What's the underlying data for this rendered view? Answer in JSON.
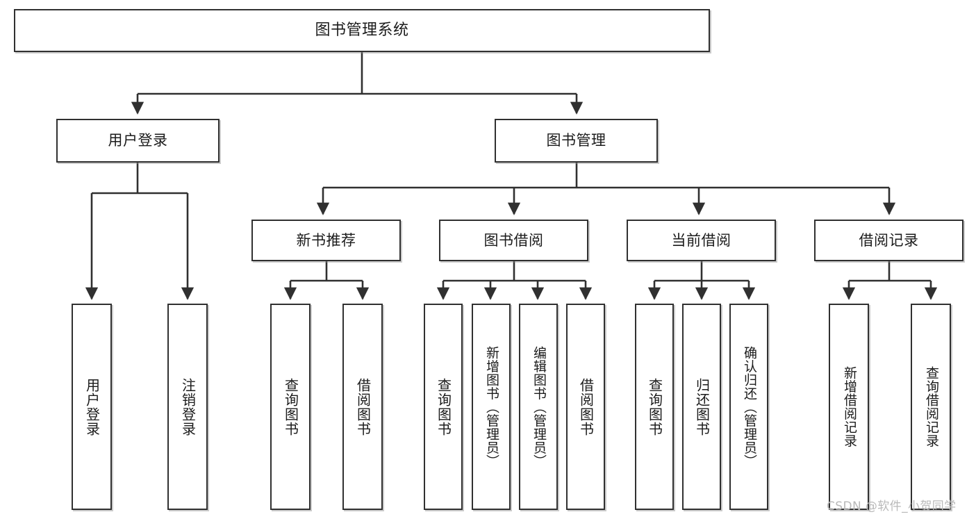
{
  "diagram": {
    "title": "图书管理系统",
    "type": "hierarchy-tree",
    "colors": {
      "box_border": "#303030",
      "box_fill": "#ffffff",
      "edge": "#303030",
      "text": "#1b1b1b",
      "watermark": "#b9b9b9"
    },
    "levels": [
      {
        "level": 1,
        "nodes": [
          {
            "id": "root",
            "label": "图书管理系统",
            "orientation": "horizontal"
          }
        ]
      },
      {
        "level": 2,
        "nodes": [
          {
            "id": "user-login",
            "label": "用户登录",
            "orientation": "horizontal",
            "parent": "root"
          },
          {
            "id": "book-manage",
            "label": "图书管理",
            "orientation": "horizontal",
            "parent": "root"
          }
        ]
      },
      {
        "level": 3,
        "nodes": [
          {
            "id": "new-book-rec",
            "label": "新书推荐",
            "orientation": "horizontal",
            "parent": "book-manage"
          },
          {
            "id": "book-borrow",
            "label": "图书借阅",
            "orientation": "horizontal",
            "parent": "book-manage"
          },
          {
            "id": "current-borrow",
            "label": "当前借阅",
            "orientation": "horizontal",
            "parent": "book-manage"
          },
          {
            "id": "borrow-record",
            "label": "借阅记录",
            "orientation": "horizontal",
            "parent": "book-manage"
          }
        ]
      },
      {
        "level": 4,
        "nodes": [
          {
            "id": "leaf-user-login",
            "label": "用户登录",
            "orientation": "vertical",
            "parent": "user-login"
          },
          {
            "id": "leaf-logout",
            "label": "注销登录",
            "orientation": "vertical",
            "parent": "user-login"
          },
          {
            "id": "leaf-query-book-1",
            "label": "查询图书",
            "orientation": "vertical",
            "parent": "new-book-rec"
          },
          {
            "id": "leaf-borrow-book-1",
            "label": "借阅图书",
            "orientation": "vertical",
            "parent": "new-book-rec"
          },
          {
            "id": "leaf-query-book-2",
            "label": "查询图书",
            "orientation": "vertical",
            "parent": "book-borrow"
          },
          {
            "id": "leaf-add-book",
            "label": "新增图书（管理员）",
            "orientation": "vertical",
            "parent": "book-borrow"
          },
          {
            "id": "leaf-edit-book",
            "label": "编辑图书（管理员）",
            "orientation": "vertical",
            "parent": "book-borrow"
          },
          {
            "id": "leaf-borrow-book-2",
            "label": "借阅图书",
            "orientation": "vertical",
            "parent": "book-borrow"
          },
          {
            "id": "leaf-query-book-3",
            "label": "查询图书",
            "orientation": "vertical",
            "parent": "current-borrow"
          },
          {
            "id": "leaf-return-book",
            "label": "归还图书",
            "orientation": "vertical",
            "parent": "current-borrow"
          },
          {
            "id": "leaf-confirm-return",
            "label": "确认归还（管理员）",
            "orientation": "vertical",
            "parent": "current-borrow"
          },
          {
            "id": "leaf-add-record",
            "label": "新增借阅记录",
            "orientation": "vertical",
            "parent": "borrow-record"
          },
          {
            "id": "leaf-query-record",
            "label": "查询借阅记录",
            "orientation": "vertical",
            "parent": "borrow-record"
          }
        ]
      }
    ]
  },
  "watermark": {
    "text": "CSDN @软件_小贺同学"
  }
}
